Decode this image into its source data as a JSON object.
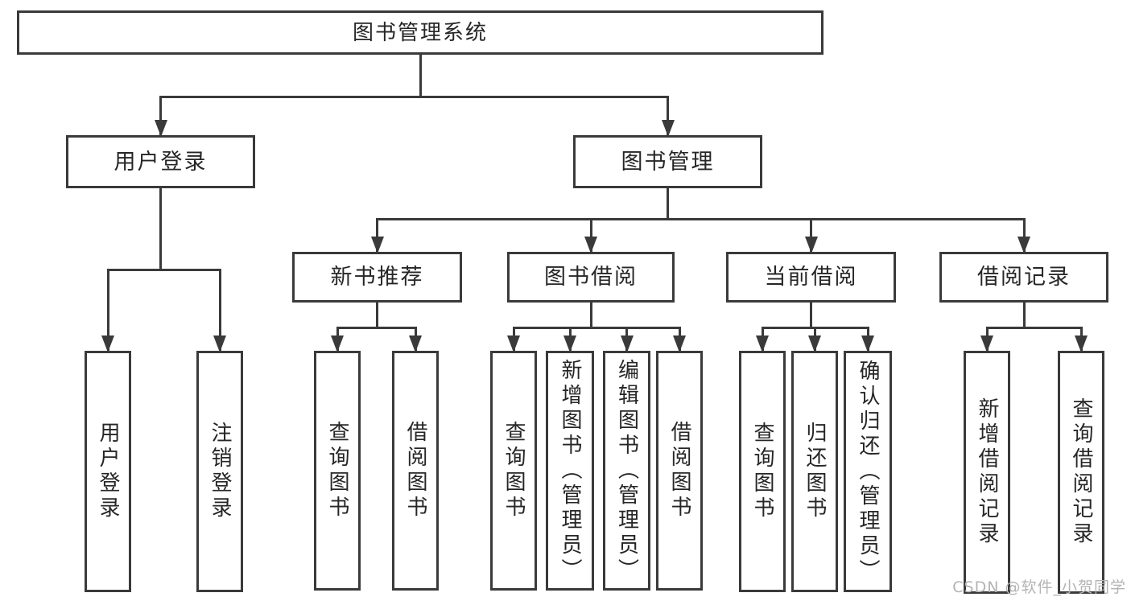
{
  "diagram": {
    "title": "图书管理系统",
    "watermark": "CSDN @软件_小贺同学",
    "colors": {
      "line": "#3a3a3a",
      "text": "#262626",
      "background": "#ffffff",
      "watermark": "#b3b3b3"
    },
    "nodes": [
      {
        "id": "root",
        "label": "图书管理系统",
        "parent": null
      },
      {
        "id": "user-login",
        "label": "用户登录",
        "parent": "root"
      },
      {
        "id": "book-mgmt",
        "label": "图书管理",
        "parent": "root"
      },
      {
        "id": "leaf-user-login",
        "label": "用户登录",
        "parent": "user-login"
      },
      {
        "id": "leaf-logout",
        "label": "注销登录",
        "parent": "user-login"
      },
      {
        "id": "new-book-rec",
        "label": "新书推荐",
        "parent": "book-mgmt"
      },
      {
        "id": "book-borrow",
        "label": "图书借阅",
        "parent": "book-mgmt"
      },
      {
        "id": "current-borrow",
        "label": "当前借阅",
        "parent": "book-mgmt"
      },
      {
        "id": "borrow-records",
        "label": "借阅记录",
        "parent": "book-mgmt"
      },
      {
        "id": "nbr-query-book",
        "label": "查询图书",
        "parent": "new-book-rec"
      },
      {
        "id": "nbr-borrow-book",
        "label": "借阅图书",
        "parent": "new-book-rec"
      },
      {
        "id": "bb-query-book",
        "label": "查询图书",
        "parent": "book-borrow"
      },
      {
        "id": "bb-add-book",
        "label": "新增图书（管理员）",
        "parent": "book-borrow"
      },
      {
        "id": "bb-edit-book",
        "label": "编辑图书（管理员）",
        "parent": "book-borrow"
      },
      {
        "id": "bb-borrow-book",
        "label": "借阅图书",
        "parent": "book-borrow"
      },
      {
        "id": "cb-query-book",
        "label": "查询图书",
        "parent": "current-borrow"
      },
      {
        "id": "cb-return-book",
        "label": "归还图书",
        "parent": "current-borrow"
      },
      {
        "id": "cb-confirm-return",
        "label": "确认归还（管理员）",
        "parent": "current-borrow"
      },
      {
        "id": "br-add-record",
        "label": "新增借阅记录",
        "parent": "borrow-records"
      },
      {
        "id": "br-query-record",
        "label": "查询借阅记录",
        "parent": "borrow-records"
      }
    ]
  }
}
